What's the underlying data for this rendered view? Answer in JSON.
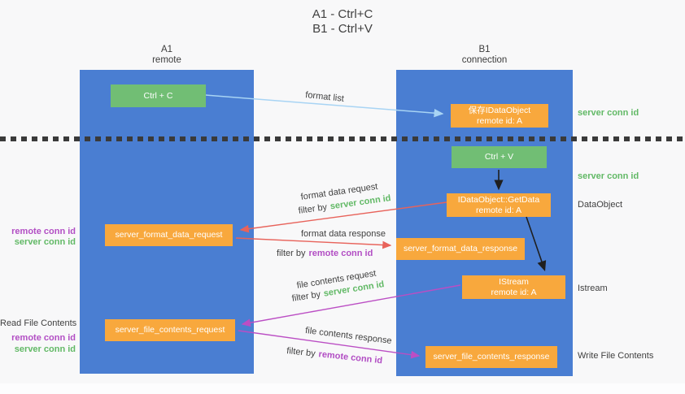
{
  "title": {
    "line1": "A1 - Ctrl+C",
    "line2": "B1 - Ctrl+V"
  },
  "lanes": {
    "a1": {
      "name": "A1",
      "subtitle": "remote"
    },
    "b1": {
      "name": "B1",
      "subtitle": "connection"
    }
  },
  "nodes": {
    "ctrl_c": {
      "label": "Ctrl + C"
    },
    "ctrl_v": {
      "label": "Ctrl + V"
    },
    "save_dataobject": {
      "line1": "保存IDataObject",
      "line2": "remote id: A"
    },
    "getdata": {
      "line1": "IDataObject::GetData",
      "line2": "remote id: A"
    },
    "istream": {
      "line1": "IStream",
      "line2": "remote id: A"
    },
    "format_request": {
      "label": "server_format_data_request"
    },
    "format_response": {
      "label": "server_format_data_response"
    },
    "file_request": {
      "label": "server_file_contents_request"
    },
    "file_response": {
      "label": "server_file_contents_response"
    }
  },
  "arrow_labels": {
    "format_list": "format list",
    "format_data_request": "format data request",
    "format_data_response": "format data response",
    "file_contents_request": "file contents request",
    "file_contents_response": "file contents response",
    "filter_by": "filter by",
    "server_conn_id": "server conn id",
    "remote_conn_id": "remote conn id"
  },
  "side_labels": {
    "server_conn_id_top": "server conn id",
    "server_conn_id_mid": "server conn id",
    "dataobject": "DataObject",
    "istream": "Istream",
    "write_file_contents": "Write File Contents",
    "read_file_contents": "Read File Contents",
    "remote_conn_id": "remote conn id",
    "server_conn_id": "server conn id"
  },
  "colors": {
    "lane_blue": "#4a7ed2",
    "box_green": "#71be74",
    "box_orange": "#f8a83d",
    "arrow_lightblue": "#a8d4f4",
    "arrow_red": "#e8635b",
    "arrow_magenta": "#bb4ec4",
    "arrow_black": "#1f1f1f",
    "text_green": "#62b966",
    "text_purple": "#b24ec4",
    "text_dark": "#404040",
    "dotted_line": "#3a3a3a",
    "background": "#f8f8f9"
  }
}
